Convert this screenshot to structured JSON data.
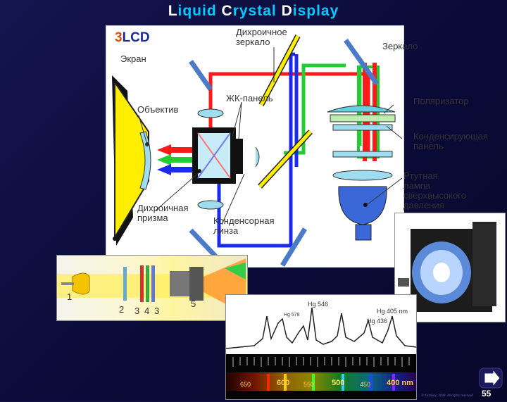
{
  "title": {
    "word1_cap": "L",
    "word1_rest": "iquid",
    "word2_cap": "C",
    "word2_rest": "rystal",
    "word3_cap": "D",
    "word3_rest": "isplay"
  },
  "diagram": {
    "tag_number": "3",
    "tag_text": "LCD",
    "labels": {
      "screen": "Экран",
      "dichroic_mirror": "Дихроичное\nзеркало",
      "mirror": "Зеркало",
      "lc_panel": "ЖК-панель",
      "lens": "Объектив",
      "polarizer": "Поляризатор",
      "condensing_panel": "Конденсирующая\nпанель",
      "mercury_lamp": "Ртутная лампа\nсверхвысокого\nдавления",
      "dichroic_prism": "Дихроичная\nпризма",
      "condenser_lens": "Конденсорная\nлинза"
    },
    "colors": {
      "red": "#ff1a1a",
      "green": "#22cc33",
      "blue": "#1a2aee",
      "yellow": "#ffee00"
    }
  },
  "spectrum_apparatus": {
    "labels": [
      "1",
      "2",
      "3",
      "4",
      "3",
      "5"
    ]
  },
  "spectrum_graph": {
    "peak_labels": [
      "Hg 546",
      "Hg 578",
      "Hg 405 nm",
      "Hg 436"
    ],
    "scale": [
      "650",
      "600",
      "550",
      "500",
      "450",
      "400 nm"
    ]
  },
  "page_number": "55",
  "copyright": "© Kazakov, 2009. All rights reserved"
}
